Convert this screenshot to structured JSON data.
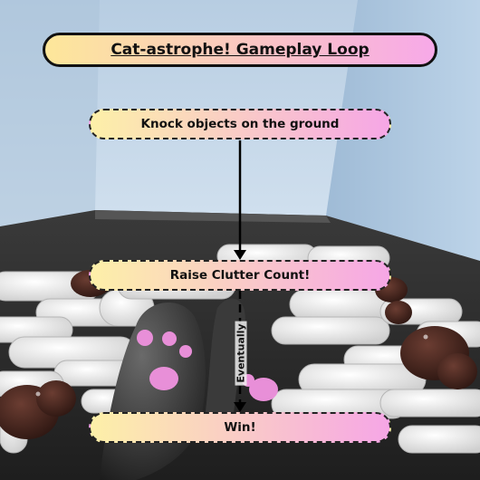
{
  "title": "Cat-astrophe! Gameplay Loop",
  "nodes": [
    {
      "label": "Knock objects on the ground"
    },
    {
      "label": "Raise Clutter Count!"
    },
    {
      "label": "Win!"
    }
  ],
  "edges": [
    {
      "from": 0,
      "to": 1,
      "label": "",
      "style": "solid"
    },
    {
      "from": 1,
      "to": 2,
      "label": "Eventually",
      "style": "dashed"
    }
  ],
  "colors": {
    "node_gradient_start": "#fdf0a8",
    "node_gradient_end": "#f6a6e6",
    "outline": "#111111"
  }
}
